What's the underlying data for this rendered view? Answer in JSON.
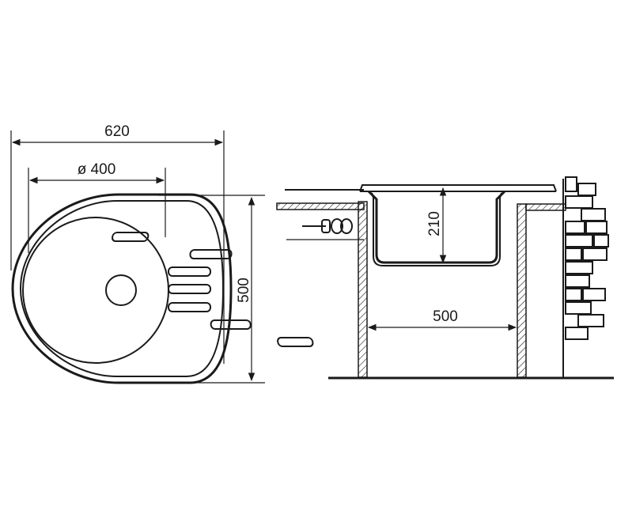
{
  "dimensions": {
    "overall_width": "620",
    "bowl_diameter": "ø 400",
    "overall_depth": "500",
    "bowl_depth": "210",
    "cabinet_width": "500"
  },
  "colors": {
    "line": "#1a1a1a",
    "background": "#ffffff"
  }
}
